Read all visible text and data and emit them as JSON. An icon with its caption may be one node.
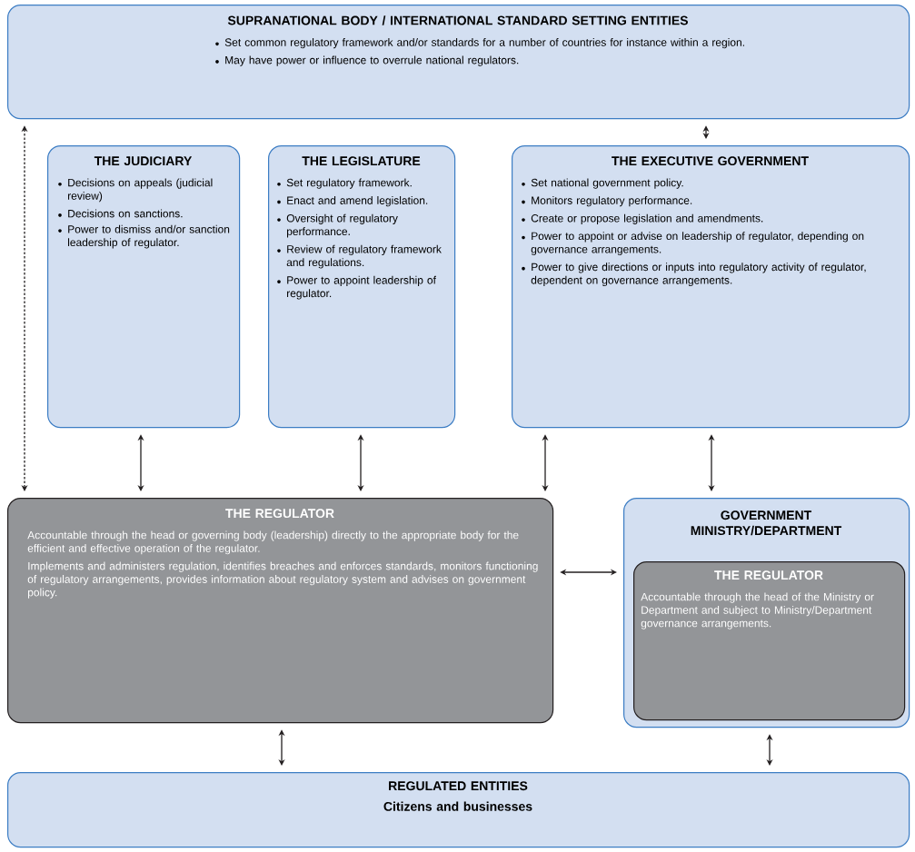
{
  "diagram": {
    "nodes": [
      {
        "text": [
          "SUPRANATIONAL BODY / INTERNATIONAL STANDARD SETTING ENTITIES",
          "Set common regulatory framework and/or standards for a number of countries for instance within a region.",
          "May have power or influence to overrule national regulators."
        ]
      },
      {
        "text": [
          "THE JUDICIARY",
          "Decisions on appeals (judicial review)",
          "Decisions on sanctions.",
          "Power to dismiss and/or sanction leadership of regulator."
        ]
      },
      {
        "text": [
          "THE LEGISLATURE",
          "Set regulatory framework.",
          "Enact and amend legislation.",
          "Oversight of regulatory performance.",
          "Review of regulatory framework and regulations.",
          "Power to appoint leadership of regulator."
        ]
      },
      {
        "text": [
          "THE EXECUTIVE GOVERNMENT",
          "Set national government policy.",
          "Monitors regulatory performance.",
          "Create or propose legislation and amendments.",
          "Power to appoint or advise on leadership of regulator, depending on governance arrangements.",
          "Power to give directions or inputs into regulatory activity of regulator, dependent on governance arrangements."
        ]
      },
      {
        "text": [
          "THE REGULATOR",
          "Accountable through the head or governing body (leadership) directly to the appropriate body for the efficient and effective operation of the regulator.",
          "Implements and administers regulation, identifies breaches and enforces standards, monitors functioning of regulatory arrangements, provides information about regulatory system and advises on government policy."
        ]
      },
      {
        "text": [
          "GOVERNMENT MINISTRY/DEPARTMENT"
        ]
      },
      {
        "text": [
          "THE REGULATOR",
          "Accountable through the head of the Ministry or Department and subject to Ministry/Department governance arrangements."
        ],
        "in": 5
      },
      {
        "text": [
          "REGULATED ENTITIES",
          "Citizens and businesses"
        ]
      }
    ],
    "edges": [
      {
        "from": 0,
        "to": 4,
        "arrow": "both",
        "style": "dashed"
      },
      {
        "from": 0,
        "to": 3,
        "arrow": "both"
      },
      {
        "from": 1,
        "to": 4,
        "arrow": "both"
      },
      {
        "from": 2,
        "to": 4,
        "arrow": "both"
      },
      {
        "from": 3,
        "to": 4,
        "arrow": "both"
      },
      {
        "from": 3,
        "to": 5,
        "arrow": "both"
      },
      {
        "from": 4,
        "to": 5,
        "arrow": "both"
      },
      {
        "from": 4,
        "to": 7,
        "arrow": "both"
      },
      {
        "from": 5,
        "to": 7,
        "arrow": "both"
      }
    ]
  }
}
